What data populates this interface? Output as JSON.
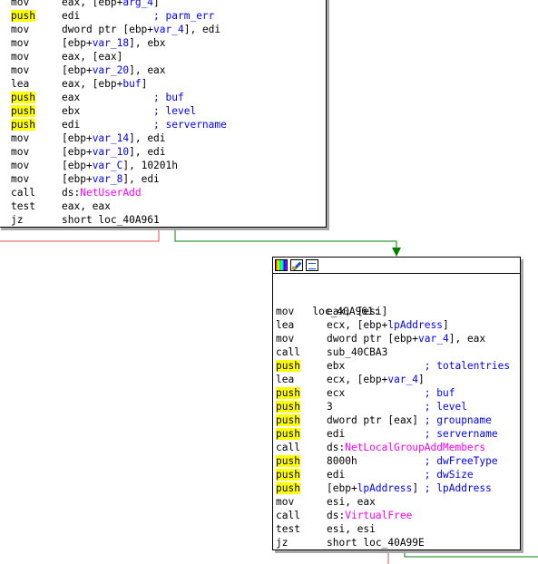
{
  "colors": {
    "highlight": "#ffff00",
    "variable": "#0000ff",
    "api": "#ff00ff",
    "edge_true": "#008000",
    "edge_false": "#e05050"
  },
  "node_a": {
    "lines": [
      {
        "mn": "mov",
        "ops": [
          {
            "t": "eax, [ebp+"
          },
          {
            "t": "arg_4",
            "c": "var"
          },
          {
            "t": "]"
          }
        ]
      },
      {
        "mn": "push",
        "ops": [
          {
            "t": "edi            "
          },
          {
            "t": "; parm_err",
            "c": "cmt"
          }
        ]
      },
      {
        "mn": "mov",
        "ops": [
          {
            "t": "dword ptr [ebp+"
          },
          {
            "t": "var_4",
            "c": "var"
          },
          {
            "t": "], edi"
          }
        ]
      },
      {
        "mn": "mov",
        "ops": [
          {
            "t": "[ebp+"
          },
          {
            "t": "var_18",
            "c": "var"
          },
          {
            "t": "], ebx"
          }
        ]
      },
      {
        "mn": "mov",
        "ops": [
          {
            "t": "eax, [eax]"
          }
        ]
      },
      {
        "mn": "mov",
        "ops": [
          {
            "t": "[ebp+"
          },
          {
            "t": "var_20",
            "c": "var"
          },
          {
            "t": "], eax"
          }
        ]
      },
      {
        "mn": "lea",
        "ops": [
          {
            "t": "eax, [ebp+"
          },
          {
            "t": "buf",
            "c": "var"
          },
          {
            "t": "]"
          }
        ]
      },
      {
        "mn": "push",
        "ops": [
          {
            "t": "eax            "
          },
          {
            "t": "; buf",
            "c": "cmt"
          }
        ]
      },
      {
        "mn": "push",
        "ops": [
          {
            "t": "ebx            "
          },
          {
            "t": "; level",
            "c": "cmt"
          }
        ]
      },
      {
        "mn": "push",
        "ops": [
          {
            "t": "edi            "
          },
          {
            "t": "; servername",
            "c": "cmt"
          }
        ]
      },
      {
        "mn": "mov",
        "ops": [
          {
            "t": "[ebp+"
          },
          {
            "t": "var_14",
            "c": "var"
          },
          {
            "t": "], edi"
          }
        ]
      },
      {
        "mn": "mov",
        "ops": [
          {
            "t": "[ebp+"
          },
          {
            "t": "var_10",
            "c": "var"
          },
          {
            "t": "], edi"
          }
        ]
      },
      {
        "mn": "mov",
        "ops": [
          {
            "t": "[ebp+"
          },
          {
            "t": "var_C",
            "c": "var"
          },
          {
            "t": "], 10201h"
          }
        ]
      },
      {
        "mn": "mov",
        "ops": [
          {
            "t": "[ebp+"
          },
          {
            "t": "var_8",
            "c": "var"
          },
          {
            "t": "], edi"
          }
        ]
      },
      {
        "mn": "call",
        "ops": [
          {
            "t": "ds:"
          },
          {
            "t": "NetUserAdd",
            "c": "api"
          }
        ]
      },
      {
        "mn": "test",
        "ops": [
          {
            "t": "eax, eax"
          }
        ]
      },
      {
        "mn": "jz",
        "ops": [
          {
            "t": "short loc_40A961"
          }
        ]
      }
    ]
  },
  "node_b": {
    "header_icons": [
      "color-icon",
      "edit-icon",
      "graph-icon"
    ],
    "label": "loc_40A961:",
    "lines": [
      {
        "mn": "mov",
        "ops": [
          {
            "t": "eax, [esi]"
          }
        ]
      },
      {
        "mn": "lea",
        "ops": [
          {
            "t": "ecx, [ebp+"
          },
          {
            "t": "lpAddress",
            "c": "var"
          },
          {
            "t": "]"
          }
        ]
      },
      {
        "mn": "mov",
        "ops": [
          {
            "t": "dword ptr [ebp+"
          },
          {
            "t": "var_4",
            "c": "var"
          },
          {
            "t": "], eax"
          }
        ]
      },
      {
        "mn": "call",
        "ops": [
          {
            "t": "sub_40CBA3"
          }
        ]
      },
      {
        "mn": "push",
        "ops": [
          {
            "t": "ebx             "
          },
          {
            "t": "; totalentries",
            "c": "cmt"
          }
        ]
      },
      {
        "mn": "lea",
        "ops": [
          {
            "t": "ecx, [ebp+"
          },
          {
            "t": "var_4",
            "c": "var"
          },
          {
            "t": "]"
          }
        ]
      },
      {
        "mn": "push",
        "ops": [
          {
            "t": "ecx             "
          },
          {
            "t": "; buf",
            "c": "cmt"
          }
        ]
      },
      {
        "mn": "push",
        "ops": [
          {
            "t": "3               "
          },
          {
            "t": "; level",
            "c": "cmt"
          }
        ]
      },
      {
        "mn": "push",
        "ops": [
          {
            "t": "dword ptr [eax] "
          },
          {
            "t": "; groupname",
            "c": "cmt"
          }
        ]
      },
      {
        "mn": "push",
        "ops": [
          {
            "t": "edi             "
          },
          {
            "t": "; servername",
            "c": "cmt"
          }
        ]
      },
      {
        "mn": "call",
        "ops": [
          {
            "t": "ds:"
          },
          {
            "t": "NetLocalGroupAddMembers",
            "c": "api"
          }
        ]
      },
      {
        "mn": "push",
        "ops": [
          {
            "t": "8000h           "
          },
          {
            "t": "; dwFreeType",
            "c": "cmt"
          }
        ]
      },
      {
        "mn": "push",
        "ops": [
          {
            "t": "edi             "
          },
          {
            "t": "; dwSize",
            "c": "cmt"
          }
        ]
      },
      {
        "mn": "push",
        "ops": [
          {
            "t": "[ebp+"
          },
          {
            "t": "lpAddress",
            "c": "var"
          },
          {
            "t": "] "
          },
          {
            "t": "; lpAddress",
            "c": "cmt"
          }
        ]
      },
      {
        "mn": "mov",
        "ops": [
          {
            "t": "esi, eax"
          }
        ]
      },
      {
        "mn": "call",
        "ops": [
          {
            "t": "ds:"
          },
          {
            "t": "VirtualFree",
            "c": "api"
          }
        ]
      },
      {
        "mn": "test",
        "ops": [
          {
            "t": "esi, esi"
          }
        ]
      },
      {
        "mn": "jz",
        "ops": [
          {
            "t": "short loc_40A99E"
          }
        ]
      }
    ]
  }
}
